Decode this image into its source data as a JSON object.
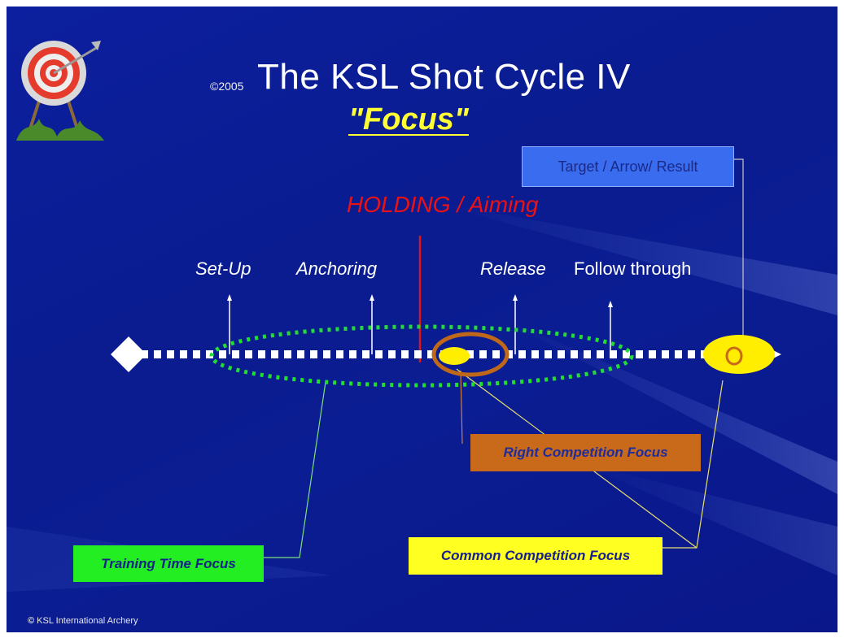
{
  "title": {
    "copyright": "©2005",
    "main": "The KSL Shot Cycle IV",
    "subtitle": "\"Focus\""
  },
  "phase_labels": {
    "holding": "HOLDING / Aiming",
    "setup": "Set-Up",
    "anchoring": "Anchoring",
    "release": "Release",
    "follow_through": "Follow through"
  },
  "focus_boxes": {
    "target": "Target / Arrow/ Result",
    "right": "Right Competition Focus",
    "common": "Common Competition Focus",
    "training": "Training Time Focus"
  },
  "footer": "KSL International Archery",
  "colors": {
    "background": "#0a1c8f",
    "title": "#ffffff",
    "subtitle": "#ffff33",
    "holding": "#ee1111",
    "target_box": "#3a6cf0",
    "right_box": "#c96a1a",
    "common_box": "#ffff22",
    "training_box": "#22ee22",
    "training_ellipse": "#22dd33",
    "right_ellipse": "#c0681a",
    "yellow_marker": "#ffee00"
  },
  "icons": {
    "logo": "archery-target-icon",
    "footer_mark": "copyright-icon"
  }
}
